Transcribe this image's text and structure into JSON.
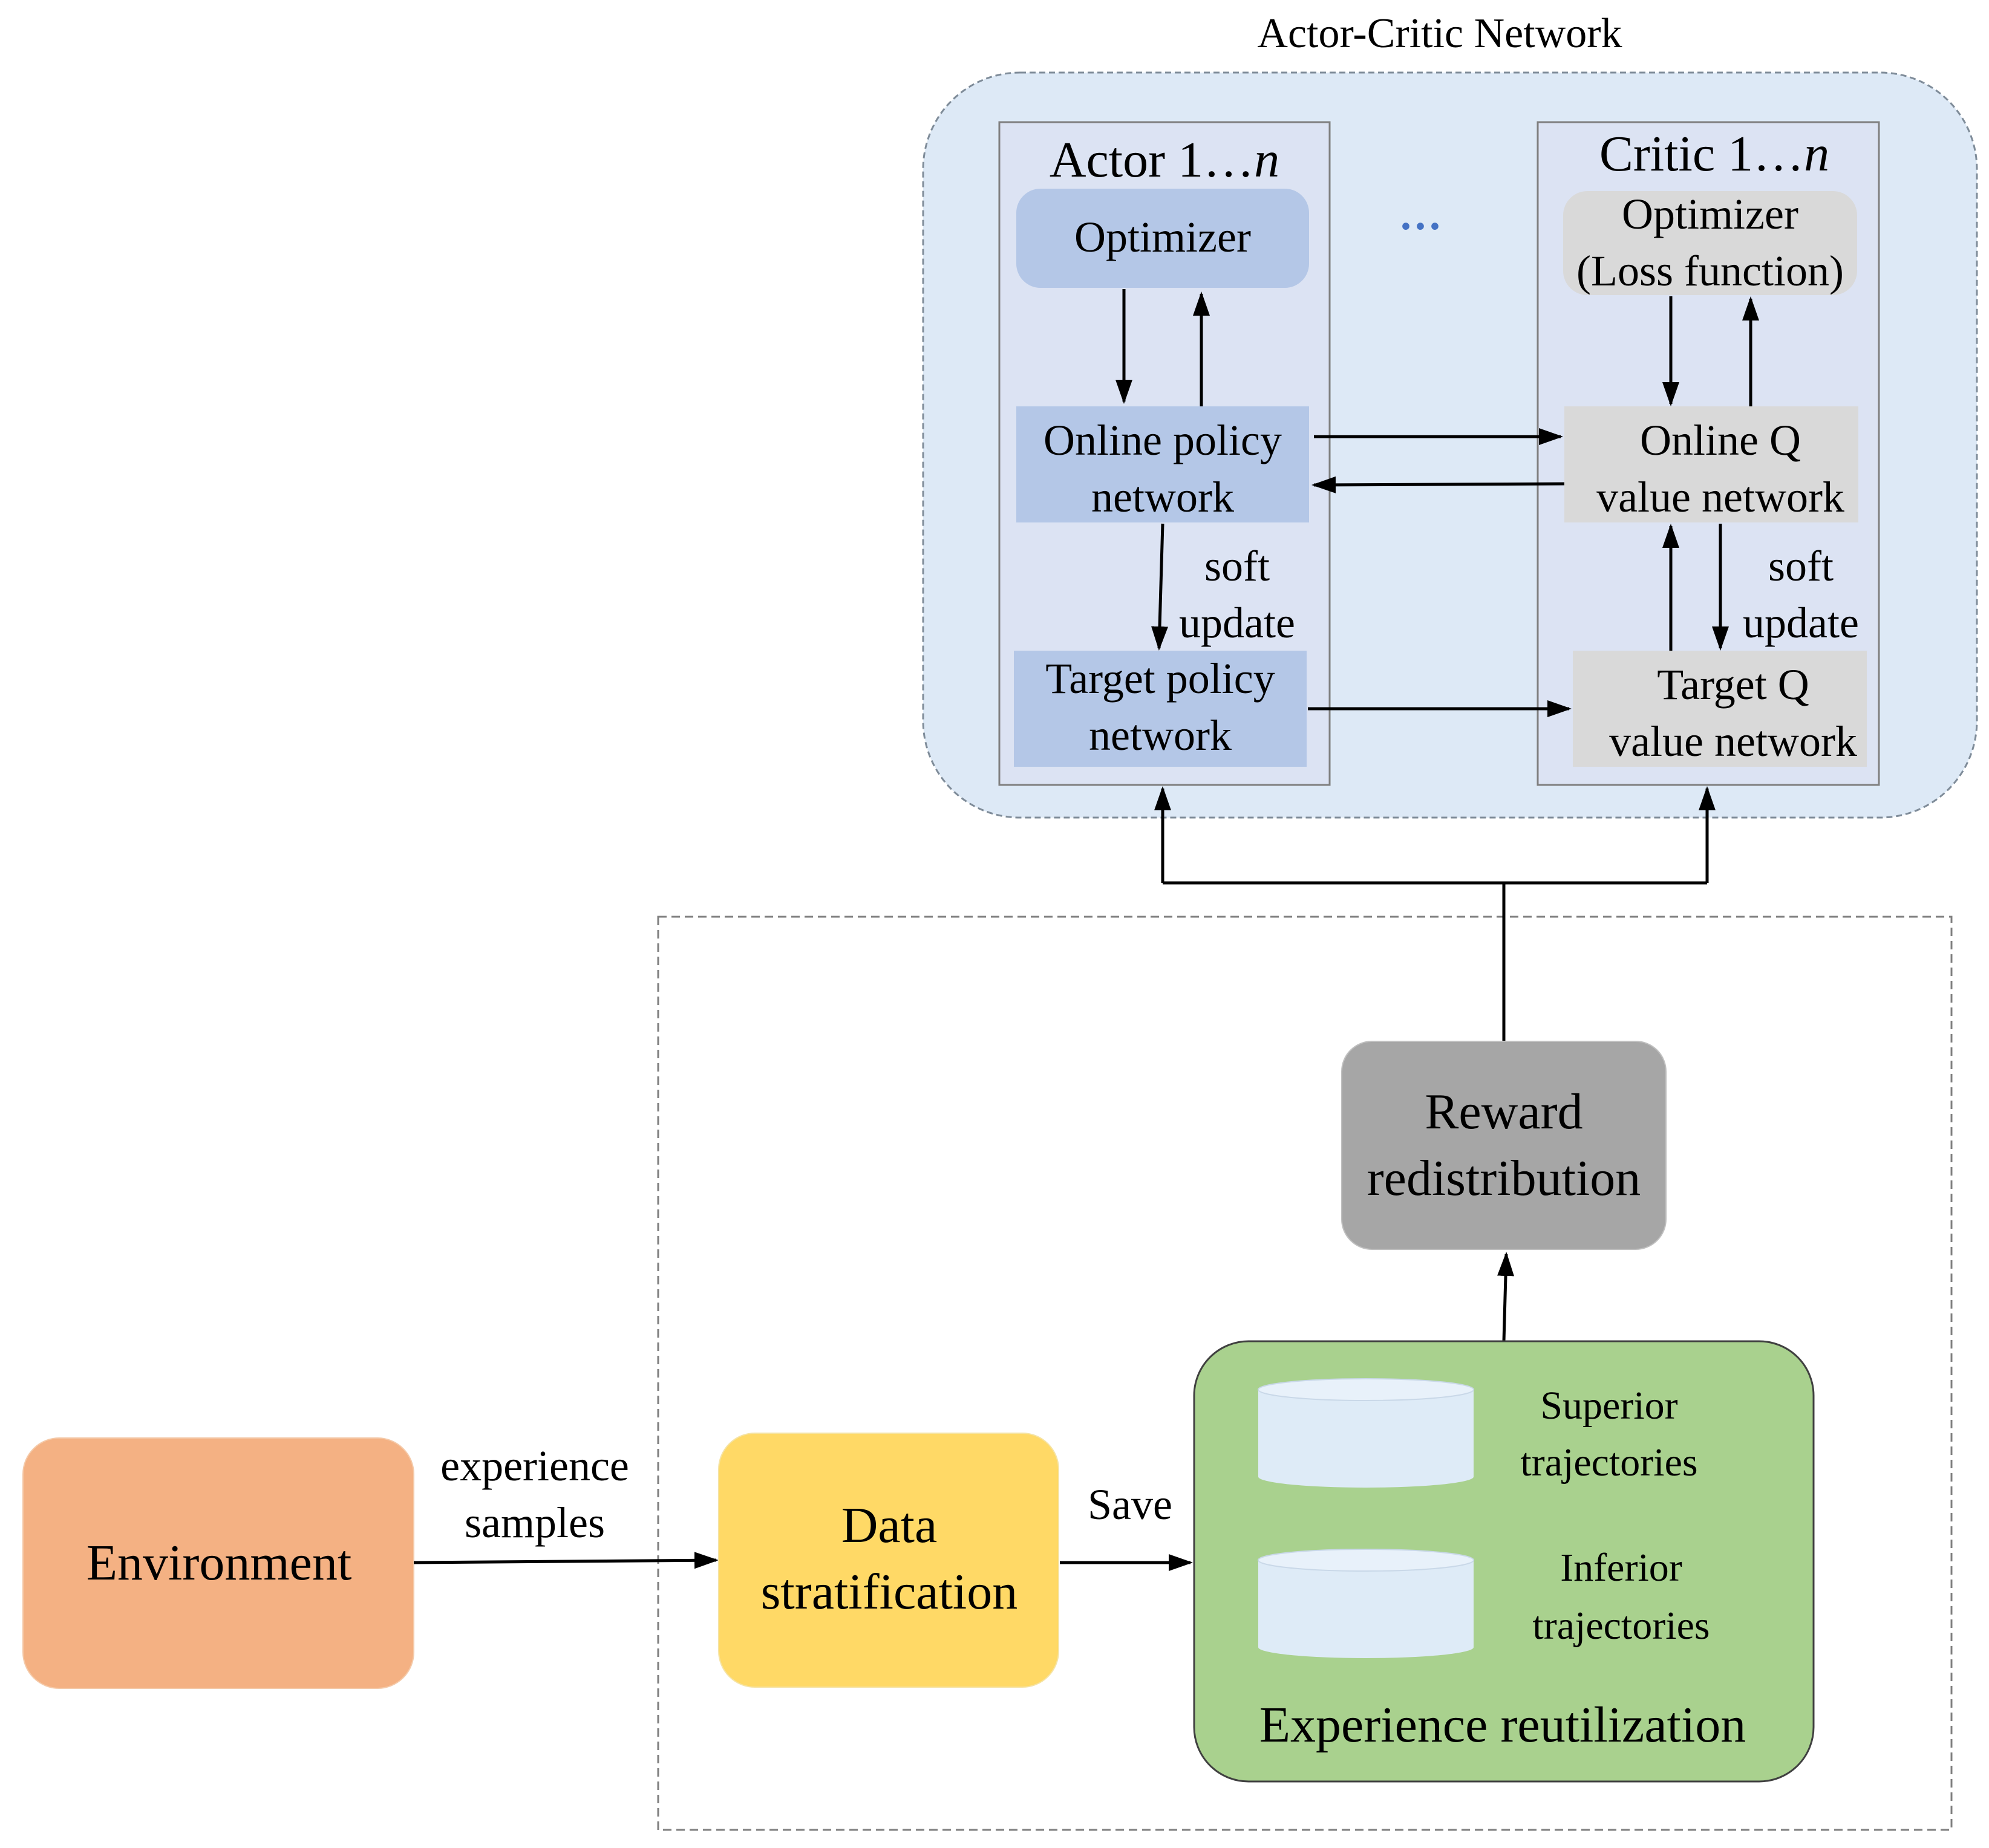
{
  "diagram": {
    "title": "Actor-Critic Network",
    "actor": {
      "label": "Actor 1…",
      "label_italic": "n",
      "optimizer": "Optimizer",
      "online_line1": "Online policy",
      "online_line2": "network",
      "target_line1": "Target policy",
      "target_line2": "network",
      "soft_line1": "soft",
      "soft_line2": "update"
    },
    "ellipsis": "···",
    "critic": {
      "label": "Critic 1…",
      "label_italic": "n",
      "optimizer_line1": "Optimizer",
      "optimizer_line2": "(Loss function)",
      "online_line1": "Online Q",
      "online_line2": "value network",
      "target_line1": "Target  Q",
      "target_line2": "value network",
      "soft_line1": "soft",
      "soft_line2": "update"
    },
    "reward_line1": "Reward",
    "reward_line2": "redistribution",
    "environment": "Environment",
    "experience_samples_line1": "experience",
    "experience_samples_line2": "samples",
    "data_line1": "Data",
    "data_line2": "stratification",
    "save": "Save",
    "superior_line1": "Superior",
    "superior_line2": "trajectories",
    "inferior_line1": "Inferior",
    "inferior_line2": "trajectories",
    "experience_reutilization": "Experience reutilization",
    "colors": {
      "ac_region": "#dde9f6",
      "actor_box": "#b4c7e7",
      "critic_box": "#d9d9d9",
      "reward": "#a6a6a6",
      "environment": "#f4b183",
      "data_stratification": "#ffd966",
      "experience_reutilization": "#a9d18e",
      "cylinder": "#deebf7",
      "ellipsis": "#4472c4"
    }
  }
}
